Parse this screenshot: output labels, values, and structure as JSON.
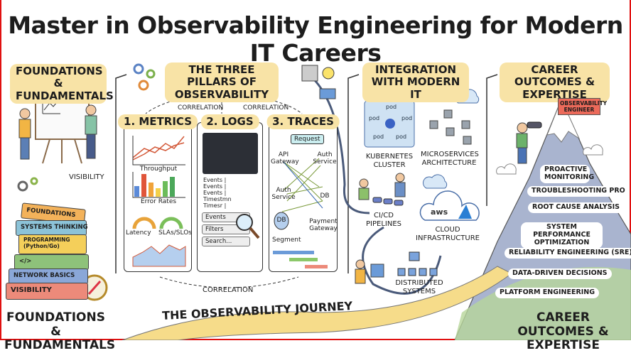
{
  "title": "Master in Observability Engineering for Modern IT Careers",
  "foundations": {
    "heading": "FOUNDATIONS & FUNDAMENTALS",
    "visibility_label": "VISIBILITY",
    "books": [
      "FOUNDATIONS",
      "SYSTEMS THINKING",
      "PROGRAMMING (Python/Go)",
      "</>",
      "NETWORK BASICS",
      "VISIBILITY"
    ],
    "footer": "FOUNDATIONS & FUNDAMENTALS"
  },
  "pillars": {
    "heading": "THE THREE PILLARS OF OBSERVABILITY",
    "correlation_left": "CORRELATION",
    "correlation_right": "CORRELATION",
    "correlation_bottom": "CORRELATION",
    "metrics": {
      "title": "1. METRICS",
      "charts": [
        "Throughput",
        "Error Rates",
        "Latency",
        "SLAs/SLOs"
      ]
    },
    "logs": {
      "title": "2. LOGS",
      "entries": [
        "Events |",
        "Events |",
        "Events |",
        "Timestmn",
        "Timesr |"
      ],
      "buttons": [
        "Events",
        "Filters",
        "Search..."
      ]
    },
    "traces": {
      "title": "3. TRACES",
      "request": "Request",
      "nodes": [
        "API Gateway",
        "Auth Service",
        "Auth Service",
        "DB",
        "DB",
        "Payment Gateway"
      ],
      "segment": "Segment"
    }
  },
  "integration": {
    "heading": "INTEGRATION WITH MODERN IT",
    "pod_label": "pod",
    "items": [
      "KUBERNETES CLUSTER",
      "MICROSERVICES ARCHITECTURE",
      "CI/CD PIPELINES",
      "CLOUD INFRASTRUCTURE",
      "DISTRIBUTED SYSTEMS"
    ],
    "cloud_logo": "aws"
  },
  "career": {
    "heading": "CAREER OUTCOMES & EXPERTISE",
    "flag": "OBSERVABILITY ENGINEER",
    "steps": [
      "PROACTIVE MONITORING",
      "TROUBLESHOOTING PRO",
      "ROOT CAUSE ANALYSIS",
      "SYSTEM PERFORMANCE OPTIMIZATION",
      "RELIABILITY ENGINEERING (SRE)",
      "DATA-DRIVEN DECISIONS",
      "PLATFORM ENGINEERING"
    ],
    "footer": "CAREER OUTCOMES & EXPERTISE"
  },
  "journey": "THE OBSERVABILITY JOURNEY",
  "colors": {
    "highlight": "#f8e3a6",
    "frame": "#e01010",
    "road": "#f6dc8a",
    "mountain": "#9aa6c4",
    "grass": "#a8cf8a"
  }
}
